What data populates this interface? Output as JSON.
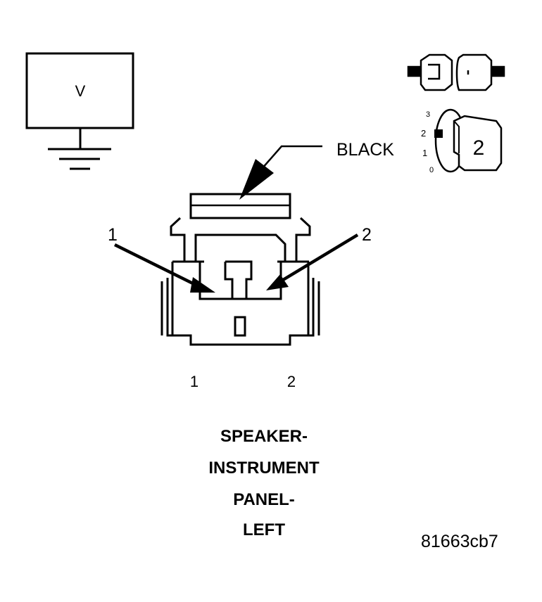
{
  "voltage_symbol": {
    "label": "V"
  },
  "connector": {
    "color_label": "BLACK",
    "pin_callouts": [
      "1",
      "2"
    ],
    "pin_numbers": [
      "1",
      "2"
    ]
  },
  "position_indicator": {
    "scale": [
      "3",
      "2",
      "1",
      "0"
    ],
    "selected": "2"
  },
  "title_lines": [
    "SPEAKER-",
    "INSTRUMENT",
    "PANEL-",
    "LEFT"
  ],
  "figure_code": "81663cb7"
}
